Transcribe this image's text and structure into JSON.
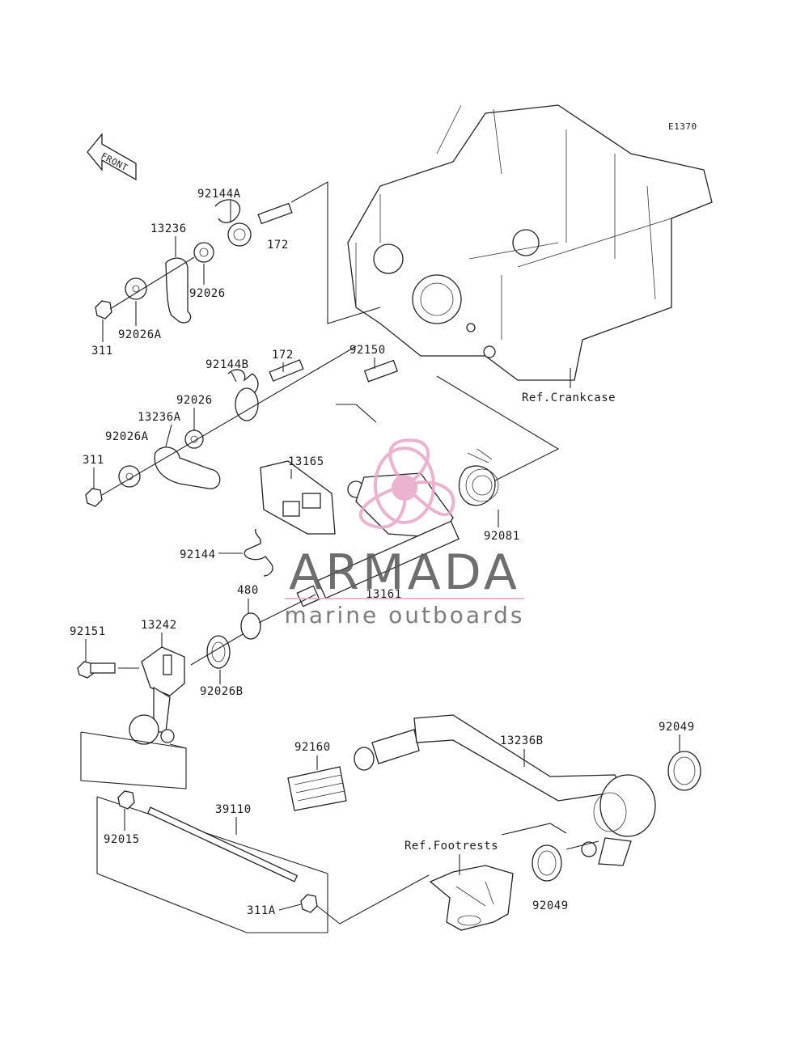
{
  "diagram_code": "E1370",
  "front_arrow": "FRONT",
  "parts": {
    "p92144A": "92144A",
    "p13236": "13236",
    "p172a": "172",
    "p92026a": "92026",
    "p92026A_a": "92026A",
    "p311a": "311",
    "p92144B": "92144B",
    "p172b": "172",
    "p92150": "92150",
    "p92026b": "92026",
    "p13236A": "13236A",
    "p92026A_b": "92026A",
    "p311b": "311",
    "p13165": "13165",
    "p92144": "92144",
    "p92081": "92081",
    "p480": "480",
    "p13161": "13161",
    "p92151": "92151",
    "p13242": "13242",
    "p92026B": "92026B",
    "p92049a": "92049",
    "p92160": "92160",
    "p13236B": "13236B",
    "p39110": "39110",
    "p92015": "92015",
    "p311A": "311A",
    "p92049b": "92049"
  },
  "refs": {
    "crankcase": "Ref.Crankcase",
    "footrests": "Ref.Footrests"
  },
  "watermark": {
    "brand": "ARMADA",
    "tagline": "marine outboards",
    "color": "#e8a6c8"
  }
}
